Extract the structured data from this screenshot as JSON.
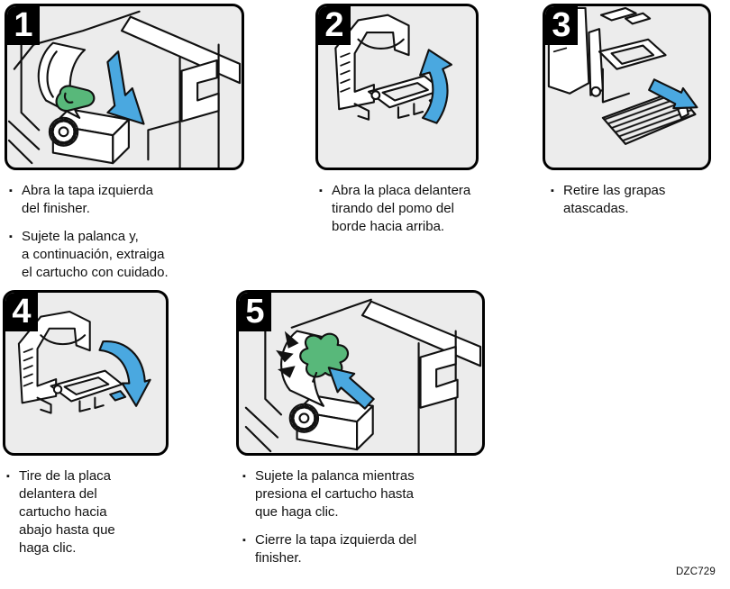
{
  "page": {
    "figure_code": "DZC729"
  },
  "style": {
    "bullet_marker": "▪",
    "arrow_blue": "#4aa8e0",
    "lever_green": "#58b87a",
    "panel_bg": "#ececec",
    "panel_border": "#000000",
    "ink": "#111111"
  },
  "steps": [
    {
      "number": "1",
      "bullets": [
        "Abra la tapa izquierda\ndel finisher.",
        "Sujete la palanca y,\na continuación, extraiga\nel cartucho con cuidado."
      ]
    },
    {
      "number": "2",
      "bullets": [
        "Abra la placa delantera\ntirando del pomo del\nborde hacia arriba."
      ]
    },
    {
      "number": "3",
      "bullets": [
        "Retire las grapas\natascadas."
      ]
    },
    {
      "number": "4",
      "bullets": [
        "Tire de la placa\ndelantera del\ncartucho hacia\nabajo hasta que\nhaga clic."
      ]
    },
    {
      "number": "5",
      "bullets": [
        "Sujete la palanca mientras\npresiona el cartucho hasta\nque haga clic.",
        "Cierre la tapa izquierda del\nfinisher."
      ]
    }
  ]
}
